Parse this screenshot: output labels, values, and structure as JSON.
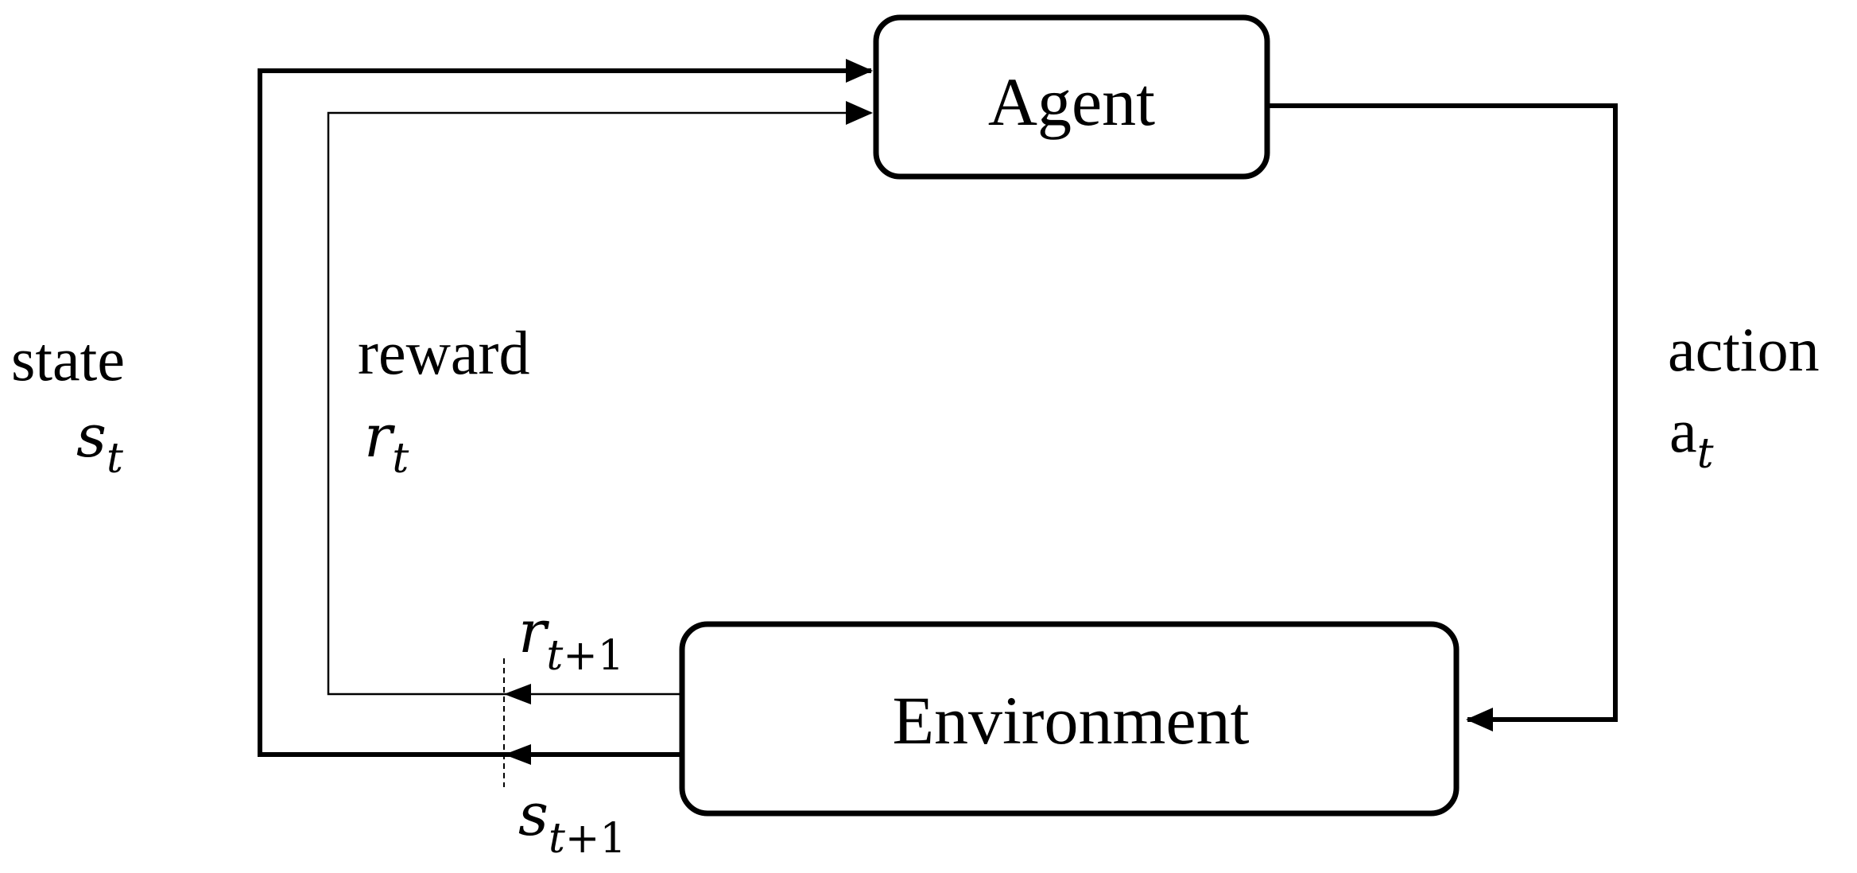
{
  "agent_box": {
    "label": "Agent"
  },
  "environment_box": {
    "label": "Environment"
  },
  "state_label": {
    "word": "state",
    "symbol": "s",
    "subscript": "t"
  },
  "reward_label": {
    "word": "reward",
    "symbol": "r",
    "subscript": "t"
  },
  "action_label": {
    "word": "action",
    "symbol": "a",
    "subscript": "t"
  },
  "next_reward_label": {
    "symbol": "r",
    "subscript": "t+1"
  },
  "next_state_label": {
    "symbol": "s",
    "subscript": "t+1"
  }
}
